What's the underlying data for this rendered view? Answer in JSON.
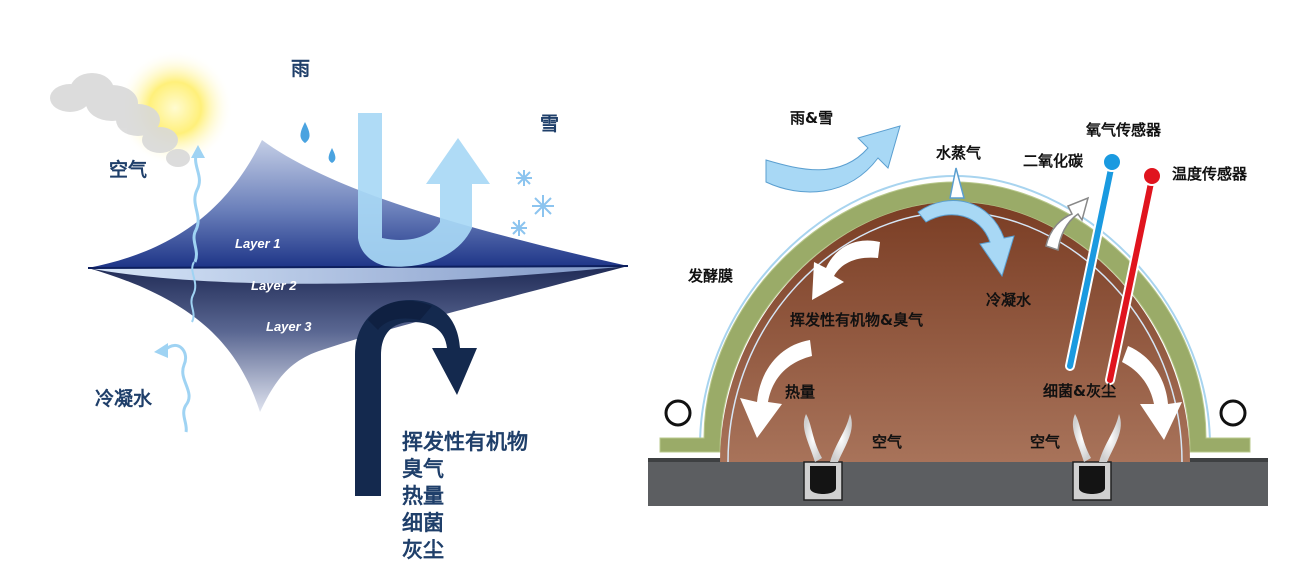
{
  "left_diagram": {
    "rain_label": "雨",
    "snow_label": "雪",
    "air_label": "空气",
    "condensate_label": "冷凝水",
    "layer_labels": [
      "Layer 1",
      "Layer 2",
      "Layer 3"
    ],
    "emissions": [
      "挥发性有机物",
      "臭气",
      "热量",
      "细菌",
      "灰尘"
    ]
  },
  "right_diagram": {
    "rain_snow_label": "雨&雪",
    "vapor_label": "水蒸气",
    "oxygen_sensor_label": "氧气传感器",
    "co2_label": "二氧化碳",
    "temp_sensor_label": "温度传感器",
    "membrane_label": "发酵膜",
    "condensate_label": "冷凝水",
    "voc_odor_label": "挥发性有机物&臭气",
    "heat_label": "热量",
    "bacteria_dust_label": "细菌&灰尘",
    "air_label_left": "空气",
    "air_label_right": "空气"
  },
  "colors": {
    "label_blue": "#1f3f6a",
    "light_blue_arrow": "#a8d8f5",
    "dark_navy_arrow": "#14294e",
    "soil_brown": "#8a4a2e",
    "membrane_green": "#9aab68",
    "oxygen_sensor": "#1a9ae0",
    "temp_sensor": "#e0141e",
    "ground_gray": "#5c5e61"
  }
}
